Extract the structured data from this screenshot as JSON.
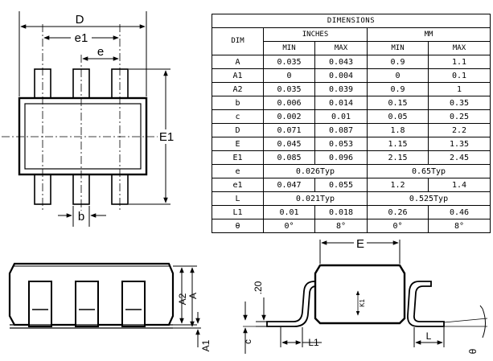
{
  "top_view_labels": {
    "D": "D",
    "e1": "e1",
    "e": "e",
    "E1": "E1",
    "b": "b"
  },
  "side_view_labels": {
    "A2": "A2",
    "A": "A",
    "A1": "A1"
  },
  "end_view_labels": {
    "E": "E",
    "r20": ".20",
    "c": "c",
    "L1": "L1",
    "L": "L",
    "theta": "θ",
    "k1": "K1"
  },
  "table": {
    "title": "DIMENSIONS",
    "dim_header": "DIM",
    "inches_header": "INCHES",
    "mm_header": "MM",
    "min": "MIN",
    "max": "MAX",
    "rows": [
      {
        "dim": "A",
        "in_min": "0.035",
        "in_max": "0.043",
        "mm_min": "0.9",
        "mm_max": "1.1"
      },
      {
        "dim": "A1",
        "in_min": "0",
        "in_max": "0.004",
        "mm_min": "0",
        "mm_max": "0.1"
      },
      {
        "dim": "A2",
        "in_min": "0.035",
        "in_max": "0.039",
        "mm_min": "0.9",
        "mm_max": "1"
      },
      {
        "dim": "b",
        "in_min": "0.006",
        "in_max": "0.014",
        "mm_min": "0.15",
        "mm_max": "0.35"
      },
      {
        "dim": "c",
        "in_min": "0.002",
        "in_max": "0.01",
        "mm_min": "0.05",
        "mm_max": "0.25"
      },
      {
        "dim": "D",
        "in_min": "0.071",
        "in_max": "0.087",
        "mm_min": "1.8",
        "mm_max": "2.2"
      },
      {
        "dim": "E",
        "in_min": "0.045",
        "in_max": "0.053",
        "mm_min": "1.15",
        "mm_max": "1.35"
      },
      {
        "dim": "E1",
        "in_min": "0.085",
        "in_max": "0.096",
        "mm_min": "2.15",
        "mm_max": "2.45"
      },
      {
        "dim": "e",
        "in_typ": "0.026Typ",
        "mm_typ": "0.65Typ"
      },
      {
        "dim": "e1",
        "in_min": "0.047",
        "in_max": "0.055",
        "mm_min": "1.2",
        "mm_max": "1.4"
      },
      {
        "dim": "L",
        "in_typ": "0.021Typ",
        "mm_typ": "0.525Typ"
      },
      {
        "dim": "L1",
        "in_min": "0.01",
        "in_max": "0.018",
        "mm_min": "0.26",
        "mm_max": "0.46"
      },
      {
        "dim": "θ",
        "in_min": "0°",
        "in_max": "8°",
        "mm_min": "0°",
        "mm_max": "8°"
      }
    ]
  }
}
